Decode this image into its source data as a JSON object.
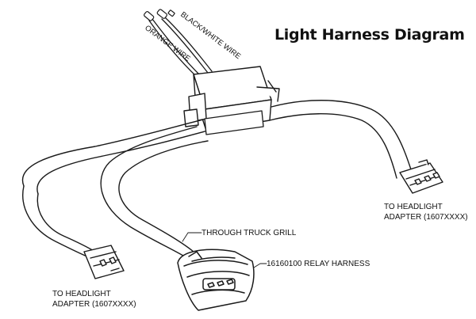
{
  "title": "Light Harness Diagram",
  "wire_labels": {
    "black_white": "BLACK/WHITE WIRE",
    "orange": "ORANGE WIRE"
  },
  "callouts": {
    "grill": "THROUGH TRUCK GRILL",
    "relay": "16160100 RELAY HARNESS"
  },
  "headlight_right": {
    "line1": "TO HEADLIGHT",
    "line2": "ADAPTER (1607XXXX)"
  },
  "headlight_left": {
    "line1": "TO HEADLIGHT",
    "line2": "ADAPTER (1607XXXX)"
  }
}
